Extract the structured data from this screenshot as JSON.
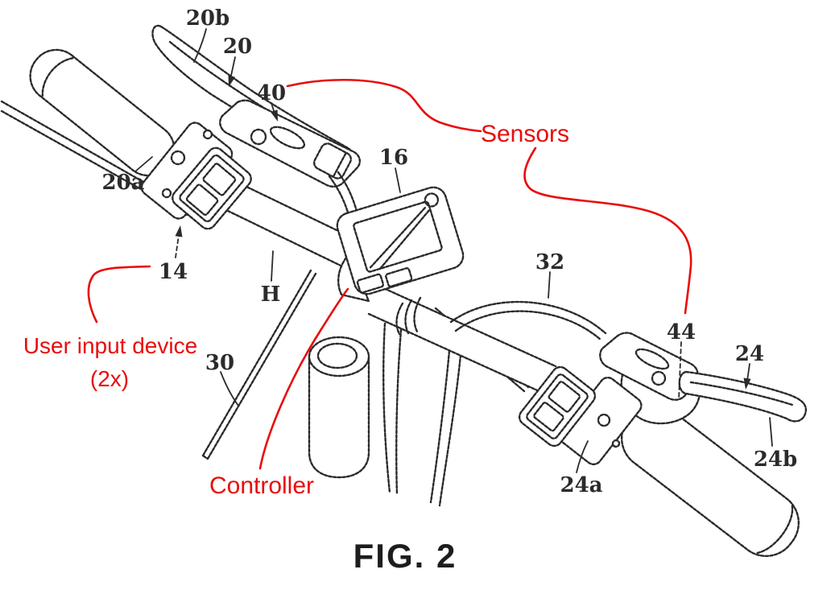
{
  "figure": {
    "caption": "FIG. 2",
    "description": "Patent line drawing of a bicycle handlebar assembly with brake levers, user input devices, display controller and sensors"
  },
  "colors": {
    "ink": "#2b2b2b",
    "annotation_red": "#e80c0c",
    "background": "#ffffff"
  },
  "reference_labels": [
    {
      "ref": "20b"
    },
    {
      "ref": "20"
    },
    {
      "ref": "40"
    },
    {
      "ref": "20a"
    },
    {
      "ref": "14"
    },
    {
      "ref": "H"
    },
    {
      "ref": "30"
    },
    {
      "ref": "16"
    },
    {
      "ref": "32"
    },
    {
      "ref": "44"
    },
    {
      "ref": "24"
    },
    {
      "ref": "24b"
    },
    {
      "ref": "24a"
    }
  ],
  "annotations": {
    "sensors": "Sensors",
    "user_input_device_line1": "User input device",
    "user_input_device_line2": "(2x)",
    "controller": "Controller"
  }
}
